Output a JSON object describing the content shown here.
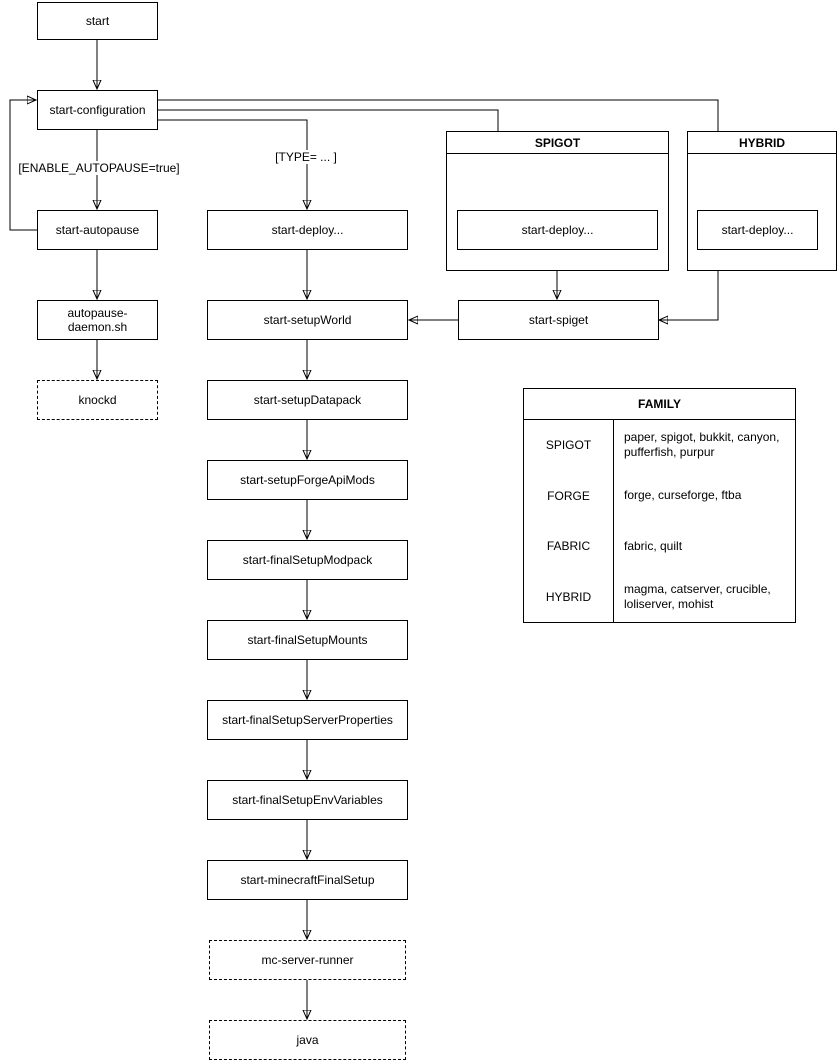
{
  "diagram": {
    "nodes": {
      "start": "start",
      "start_configuration": "start-configuration",
      "start_autopause": "start-autopause",
      "autopause_daemon": "autopause-daemon.sh",
      "knockd": "knockd",
      "start_deploy_main": "start-deploy...",
      "start_setup_world": "start-setupWorld",
      "start_setup_datapack": "start-setupDatapack",
      "start_setup_forge_api_mods": "start-setupForgeApiMods",
      "start_final_setup_modpack": "start-finalSetupModpack",
      "start_final_setup_mounts": "start-finalSetupMounts",
      "start_final_setup_server_properties": "start-finalSetupServerProperties",
      "start_final_setup_env_variables": "start-finalSetupEnvVariables",
      "start_minecraft_final_setup": "start-minecraftFinalSetup",
      "mc_server_runner": "mc-server-runner",
      "java": "java",
      "start_deploy_spigot": "start-deploy...",
      "start_deploy_hybrid": "start-deploy...",
      "start_spiget": "start-spiget"
    },
    "containers": {
      "spigot_title": "SPIGOT",
      "hybrid_title": "HYBRID"
    },
    "edge_labels": {
      "enable_autopause": "[ENABLE_AUTOPAUSE=true]",
      "type": "[TYPE= ... ]"
    },
    "family_table": {
      "title": "FAMILY",
      "rows": [
        {
          "family": "SPIGOT",
          "members": "paper, spigot, bukkit, canyon, pufferfish, purpur"
        },
        {
          "family": "FORGE",
          "members": "forge, curseforge, ftba"
        },
        {
          "family": "FABRIC",
          "members": "fabric, quilt"
        },
        {
          "family": "HYBRID",
          "members": "magma, catserver, crucible, loliserver, mohist"
        }
      ]
    },
    "colors": {
      "stroke": "#000000",
      "background": "#ffffff",
      "text": "#000000"
    }
  }
}
